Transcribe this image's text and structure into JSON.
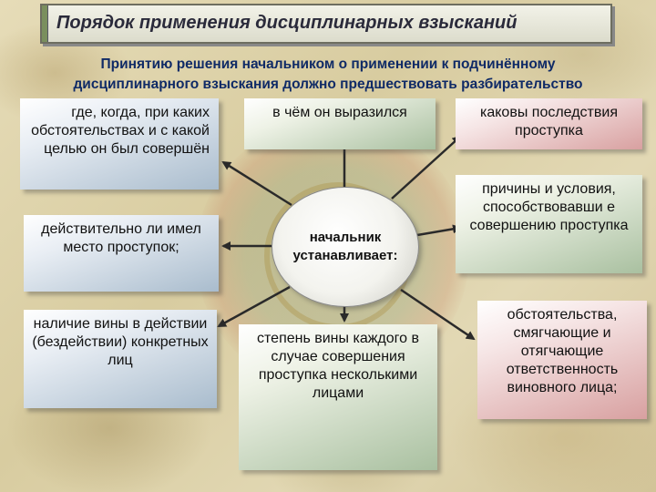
{
  "title": "Порядок применения дисциплинарных взысканий",
  "subtitle": {
    "line1": "Принятию решения начальником о применении к подчинённому",
    "line2": "дисциплинарного взыскания должно предшествовать разбирательство"
  },
  "center": {
    "line1": "начальник",
    "line2": "устанавливает:"
  },
  "boxes": {
    "where": "где, когда, при каких обстоятельствах и с какой целью он был совершён",
    "expressed": "в чём он выразился",
    "consequences": "каковы последствия проступка",
    "happened": "действительно ли имел место проступок;",
    "causes": "причины и условия, способствовавши е совершению проступка",
    "guilt": "наличие вины в действии (бездействии) конкретных лиц",
    "degree": "степень вины каждого в случае совершения проступка несколькими лицами",
    "circumstances": "обстоятельства, смягчающие и отягчающие ответственность виновного лица;"
  },
  "colors": {
    "subtitle": "#0f2a66",
    "arrow": "#2a2a2a"
  }
}
